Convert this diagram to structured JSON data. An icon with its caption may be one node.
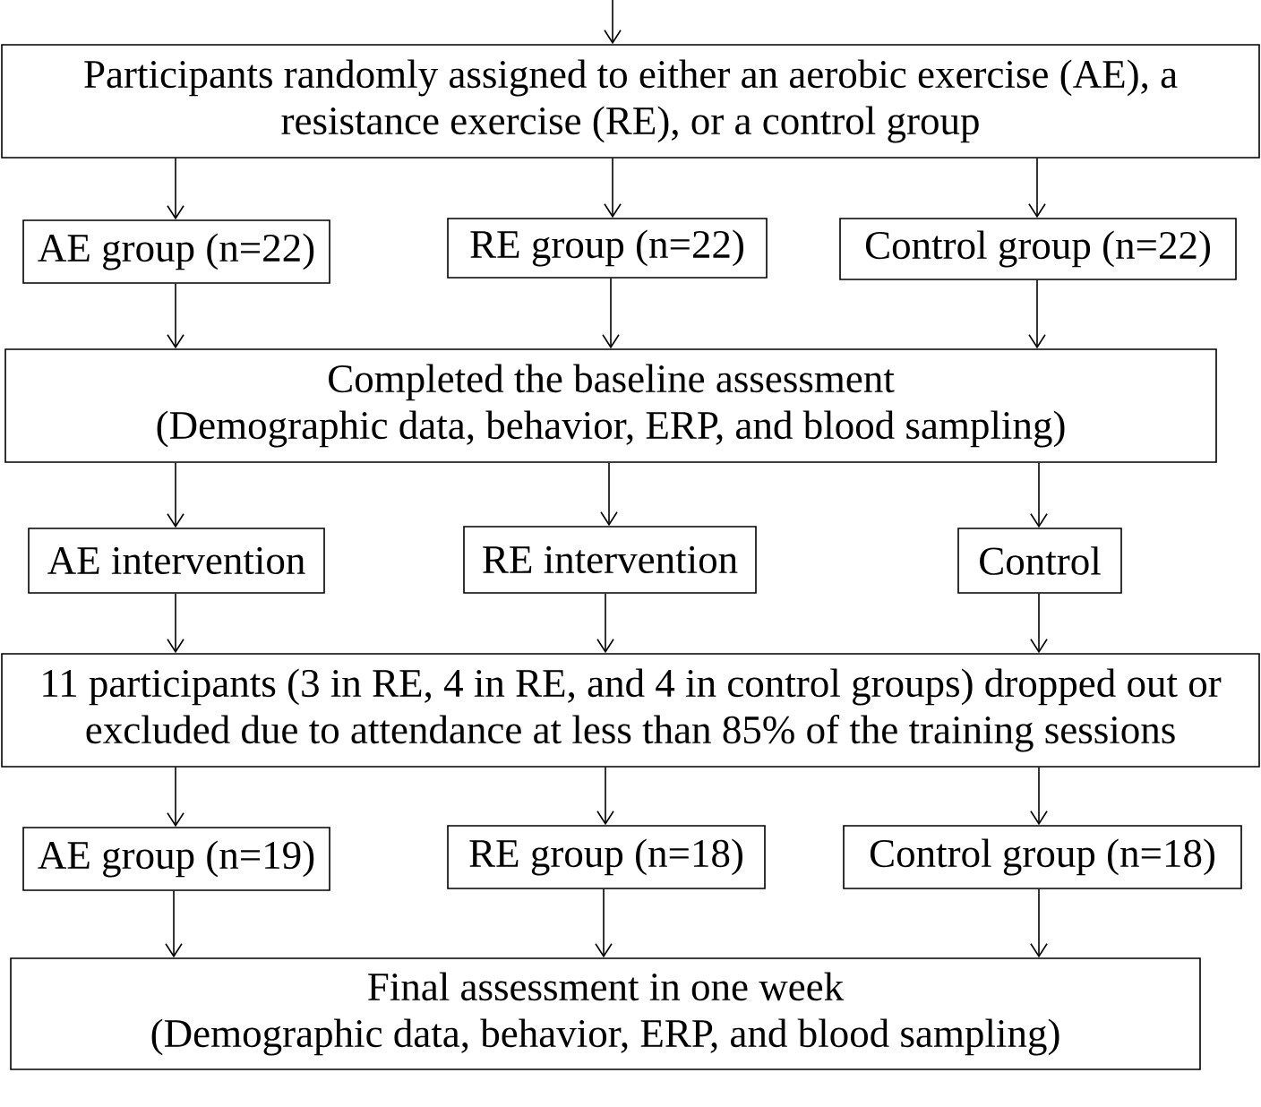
{
  "diagram": {
    "nodes": [
      {
        "text": [
          "Participants randomly assigned to either an aerobic exercise (AE), a resistance exercise (RE), or a control group"
        ]
      },
      {
        "text": [
          "AE group (n=22)"
        ]
      },
      {
        "text": [
          "RE group (n=22)"
        ]
      },
      {
        "text": [
          "Control group (n=22)"
        ]
      },
      {
        "text": [
          "Completed the baseline assessment",
          "(Demographic data, behavior, ERP, and blood sampling)"
        ]
      },
      {
        "text": [
          "AE intervention"
        ]
      },
      {
        "text": [
          "RE intervention"
        ]
      },
      {
        "text": [
          "Control"
        ]
      },
      {
        "text": [
          "11 participants (3 in RE, 4 in RE, and 4 in control groups) dropped out or excluded due to attendance at less than 85% of the training sessions"
        ]
      },
      {
        "text": [
          "AE group (n=19)"
        ]
      },
      {
        "text": [
          "RE group (n=18)"
        ]
      },
      {
        "text": [
          "Control group (n=18)"
        ]
      },
      {
        "text": [
          "Final assessment in one week",
          "(Demographic data, behavior, ERP, and blood sampling)"
        ]
      }
    ],
    "edges": [
      {
        "from": null,
        "to": 0,
        "arrow": "to"
      },
      {
        "from": 0,
        "to": 1,
        "arrow": "to"
      },
      {
        "from": 0,
        "to": 2,
        "arrow": "to"
      },
      {
        "from": 0,
        "to": 3,
        "arrow": "to"
      },
      {
        "from": 1,
        "to": 4,
        "arrow": "to"
      },
      {
        "from": 2,
        "to": 4,
        "arrow": "to"
      },
      {
        "from": 3,
        "to": 4,
        "arrow": "to"
      },
      {
        "from": 4,
        "to": 5,
        "arrow": "to"
      },
      {
        "from": 4,
        "to": 6,
        "arrow": "to"
      },
      {
        "from": 4,
        "to": 7,
        "arrow": "to"
      },
      {
        "from": 5,
        "to": 8,
        "arrow": "to"
      },
      {
        "from": 6,
        "to": 8,
        "arrow": "to"
      },
      {
        "from": 7,
        "to": 8,
        "arrow": "to"
      },
      {
        "from": 8,
        "to": 9,
        "arrow": "to"
      },
      {
        "from": 8,
        "to": 10,
        "arrow": "to"
      },
      {
        "from": 8,
        "to": 11,
        "arrow": "to"
      },
      {
        "from": 9,
        "to": 12,
        "arrow": "to"
      },
      {
        "from": 10,
        "to": 12,
        "arrow": "to"
      },
      {
        "from": 11,
        "to": 12,
        "arrow": "to"
      }
    ]
  }
}
